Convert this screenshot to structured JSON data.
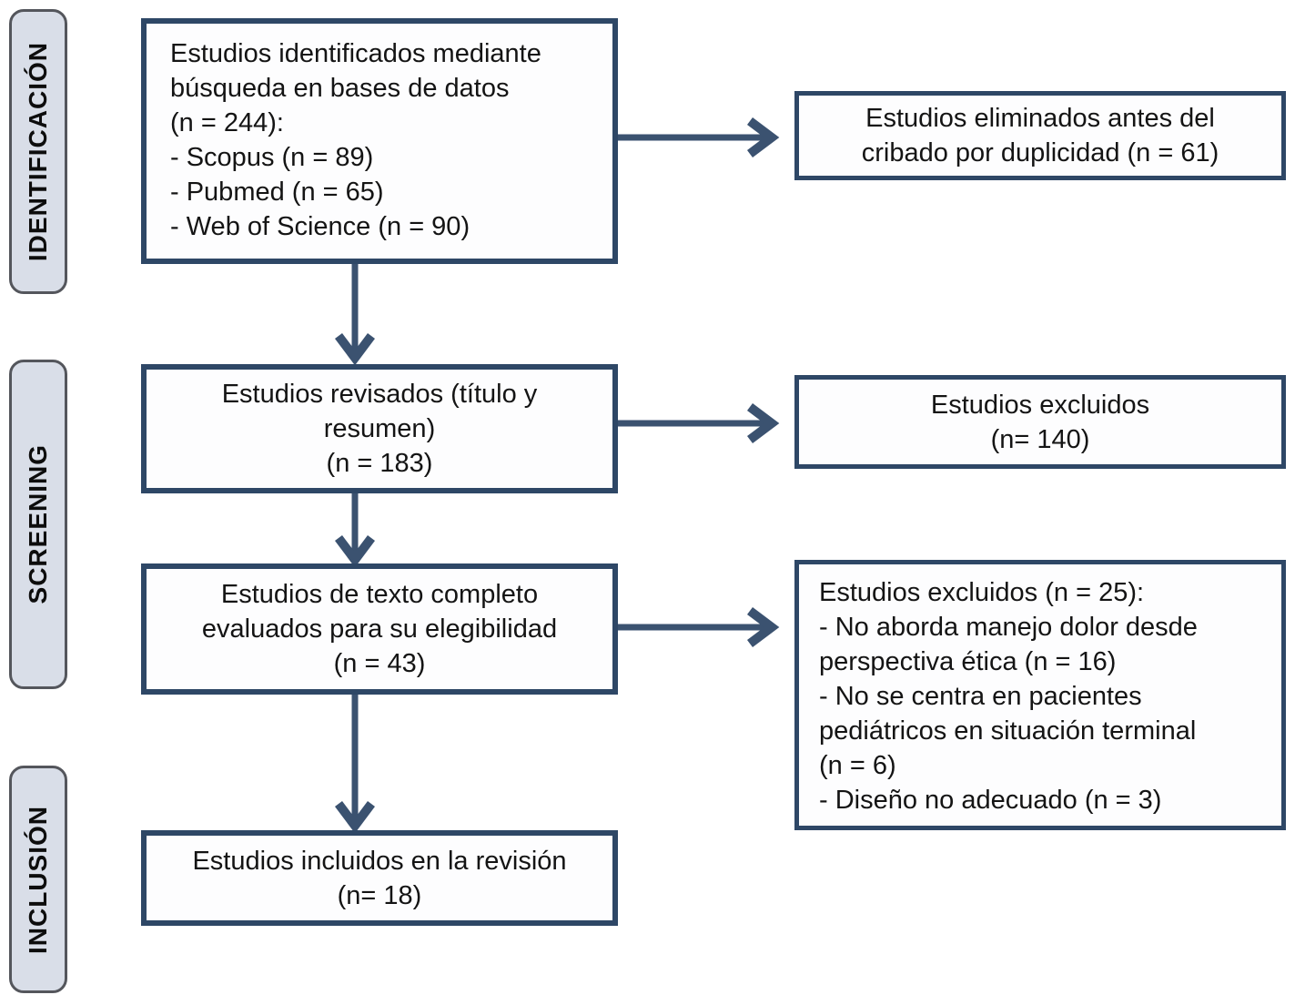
{
  "stages": [
    {
      "id": "identification",
      "label": "IDENTIFICACIÓN"
    },
    {
      "id": "screening",
      "label": "SCREENING"
    },
    {
      "id": "inclusion",
      "label": "INCLUSIÓN"
    }
  ],
  "boxes": {
    "identified": {
      "text": "Estudios identificados mediante\nbúsqueda en bases de datos\n(n = 244):\n- Scopus (n = 89)\n- Pubmed (n = 65)\n- Web of Science (n = 90)",
      "n": 244,
      "sources": [
        {
          "name": "Scopus",
          "n": 89
        },
        {
          "name": "Pubmed",
          "n": 65
        },
        {
          "name": "Web of Science",
          "n": 90
        }
      ]
    },
    "duplicates_removed": {
      "text": "Estudios eliminados antes del\ncribado por duplicidad (n = 61)",
      "n": 61
    },
    "screened": {
      "text": "Estudios revisados (título y\nresumen)\n(n = 183)",
      "n": 183
    },
    "excluded_screening": {
      "text": "Estudios excluidos\n(n= 140)",
      "n": 140
    },
    "fulltext_assessed": {
      "text": "Estudios de texto completo\nevaluados para su elegibilidad\n(n = 43)",
      "n": 43
    },
    "excluded_fulltext": {
      "text": "Estudios excluidos (n = 25):\n- No aborda manejo dolor desde\nperspectiva ética (n = 16)\n- No se centra en pacientes\npediátricos en situación terminal\n(n = 6)\n- Diseño no adecuado (n = 3)",
      "n": 25,
      "reasons": [
        {
          "reason": "No aborda manejo dolor desde perspectiva ética",
          "n": 16
        },
        {
          "reason": "No se centra en pacientes pediátricos en situación terminal",
          "n": 6
        },
        {
          "reason": "Diseño no adecuado",
          "n": 3
        }
      ]
    },
    "included": {
      "text": "Estudios incluidos en la revisión\n(n= 18)",
      "n": 18
    }
  },
  "colors": {
    "box_border": "#2e4766",
    "box_fill": "#fdfdfe",
    "arrow": "#3b5270",
    "stage_fill": "#d9dee8",
    "stage_border": "#54565c",
    "text": "#141414"
  }
}
